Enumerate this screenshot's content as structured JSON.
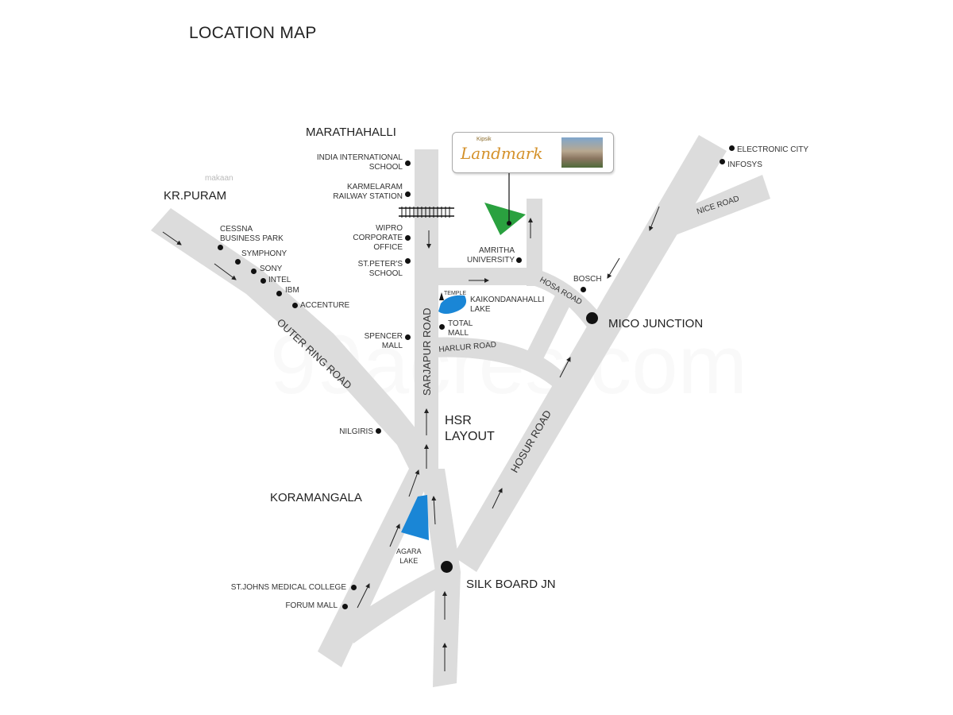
{
  "title": "LOCATION MAP",
  "watermark": "99acres.com",
  "makaan_tag": "makaan",
  "project": {
    "brand": "Kipsik",
    "name": "Landmark",
    "marker_color": "#2aa13f",
    "icon": "building-photo"
  },
  "areas": {
    "marathahalli": "MARATHAHALLI",
    "kr_puram": "KR.PURAM",
    "hsr_layout_1": "HSR",
    "hsr_layout_2": "LAYOUT",
    "koramangala": "KORAMANGALA",
    "silk_board": "SILK BOARD JN",
    "mico_junction": "MICO JUNCTION"
  },
  "roads": {
    "outer_ring": "OUTER RING ROAD",
    "sarjapur": "SARJAPUR ROAD",
    "hosur": "HOSUR ROAD",
    "harlur": "HARLUR ROAD",
    "hosa": "HOSA ROAD",
    "nice": "NICE ROAD"
  },
  "landmarks": {
    "india_intl_school_1": "INDIA INTERNATIONAL",
    "india_intl_school_2": "SCHOOL",
    "karmelaram_1": "KARMELARAM",
    "karmelaram_2": "RAILWAY STATION",
    "wipro_1": "WIPRO",
    "wipro_2": "CORPORATE",
    "wipro_3": "OFFICE",
    "st_peters_1": "ST.PETER'S",
    "st_peters_2": "SCHOOL",
    "amritha_1": "AMRITHA",
    "amritha_2": "UNIVERSITY",
    "temple": "TEMPLE",
    "kaikondanahalli_1": "KAIKONDANAHALLI",
    "kaikondanahalli_2": "LAKE",
    "total_mall_1": "TOTAL",
    "total_mall_2": "MALL",
    "spencer_1": "SPENCER",
    "spencer_2": "MALL",
    "nilgiris": "NILGIRIS",
    "cessna_1": "CESSNA",
    "cessna_2": "BUSINESS PARK",
    "symphony": "SYMPHONY",
    "sony": "SONY",
    "intel": "INTEL",
    "ibm": "IBM",
    "accenture": "ACCENTURE",
    "bosch": "BOSCH",
    "electronic_city": "ELECTRONIC CITY",
    "infosys": "INFOSYS",
    "agara_1": "AGARA",
    "agara_2": "LAKE",
    "st_johns": "ST.JOHNS MEDICAL COLLEGE",
    "forum_mall": "FORUM MALL"
  },
  "colors": {
    "road": "#dcdcdc",
    "lake": "#1a86d6",
    "project_marker": "#2aa13f"
  }
}
